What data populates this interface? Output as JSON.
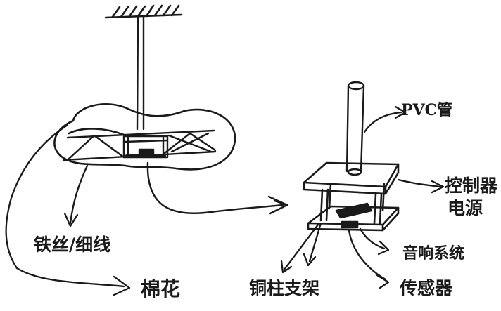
{
  "labels": {
    "pvc_pipe": "PVC管",
    "controller_line1": "控制器",
    "controller_line2": "电源",
    "audio_system": "音响系统",
    "sensor": "传感器",
    "copper_pillar_frame": "铜柱支架",
    "wire": "铁丝/细线",
    "cotton": "棉花"
  },
  "colors": {
    "ink": "#1a1a1a",
    "paper": "#ffffff"
  }
}
